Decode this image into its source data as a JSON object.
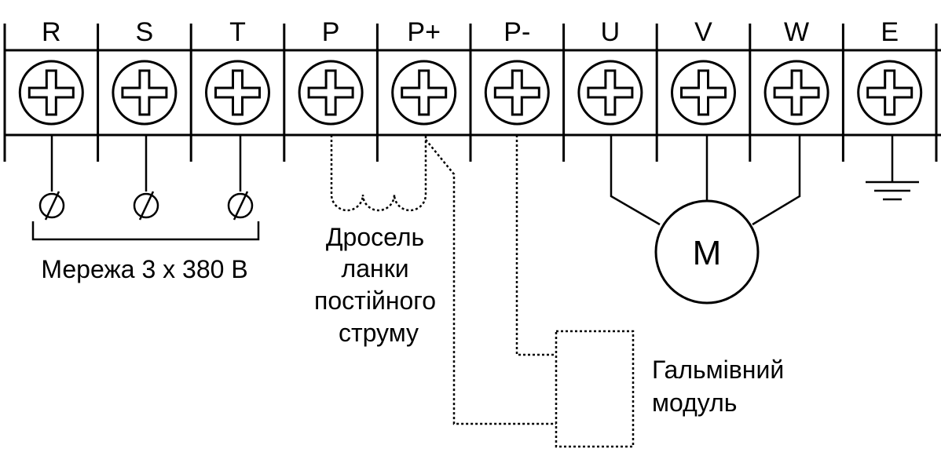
{
  "terminals": [
    {
      "label": "R"
    },
    {
      "label": "S"
    },
    {
      "label": "T"
    },
    {
      "label": "P"
    },
    {
      "label": "P+"
    },
    {
      "label": "P-"
    },
    {
      "label": "U"
    },
    {
      "label": "V"
    },
    {
      "label": "W"
    },
    {
      "label": "E"
    }
  ],
  "screw_icon": "plus-screw-icon",
  "phase_terminal_icon": "slashed-circle-icon",
  "ground_icon": "ground-icon",
  "network": {
    "label": "Мережа 3 х 380 В"
  },
  "choke": {
    "lines": [
      "Дросель",
      "ланки",
      "постійного",
      "струму"
    ]
  },
  "brake_module": {
    "lines": [
      "Гальмівний",
      "модуль"
    ]
  },
  "motor": {
    "label": "M"
  }
}
